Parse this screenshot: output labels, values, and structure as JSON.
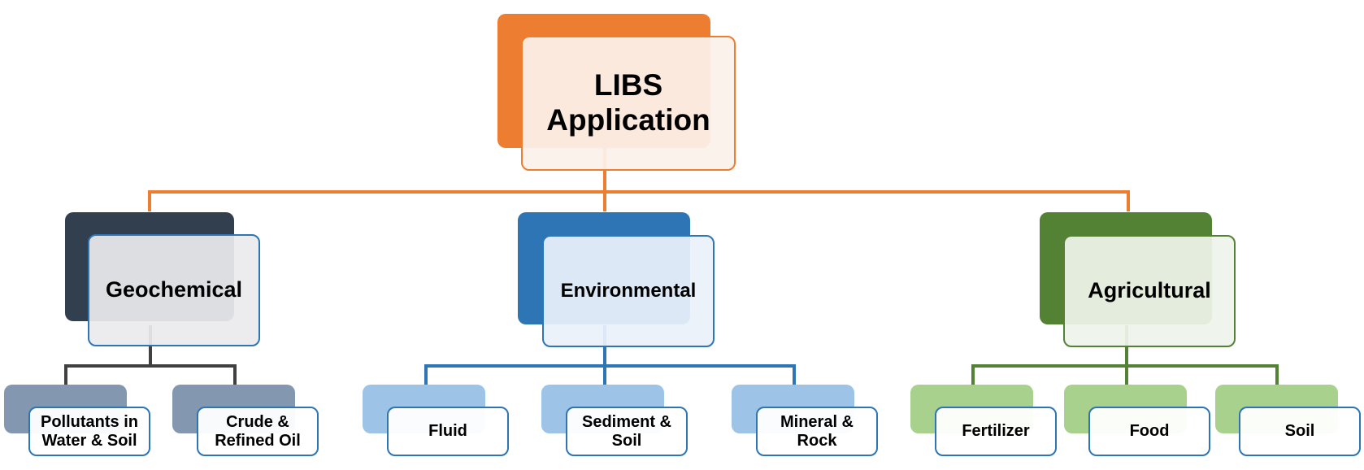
{
  "root": {
    "label_line1": "LIBS",
    "label_line2": "Application"
  },
  "categories": [
    {
      "key": "geochemical",
      "label": "Geochemical",
      "children": [
        {
          "line1": "Pollutants in",
          "line2": "Water & Soil"
        },
        {
          "line1": "Crude &",
          "line2": "Refined Oil"
        }
      ]
    },
    {
      "key": "environmental",
      "label": "Environmental",
      "children": [
        {
          "line1": "Fluid",
          "line2": ""
        },
        {
          "line1": "Sediment &",
          "line2": "Soil"
        },
        {
          "line1": "Mineral &",
          "line2": "Rock"
        }
      ]
    },
    {
      "key": "agricultural",
      "label": "Agricultural",
      "children": [
        {
          "line1": "Fertilizer",
          "line2": ""
        },
        {
          "line1": "Food",
          "line2": ""
        },
        {
          "line1": "Soil",
          "line2": ""
        }
      ]
    }
  ],
  "colors": {
    "root_back": "#ED7D31",
    "root_front_fill": "#FCF1EB",
    "root_border": "#ED7D31",
    "geo_back": "#323F4F",
    "geo_front_fill": "#EBEBEE",
    "geo_border": "#2E75B6",
    "geo_line": "#404040",
    "geo_leaf_back": "#8497B0",
    "geo_leaf_border": "#2E75B6",
    "env_back": "#2E75B6",
    "env_front_fill": "#EAF1FA",
    "env_border": "#2E75B6",
    "env_line": "#2E75B6",
    "env_leaf_back": "#9DC3E6",
    "env_leaf_border": "#2E75B6",
    "agr_back": "#548235",
    "agr_front_fill": "#EEF4EB",
    "agr_border": "#548235",
    "agr_line": "#548235",
    "agr_leaf_back": "#A9D18E",
    "agr_leaf_border": "#2E75B6"
  }
}
